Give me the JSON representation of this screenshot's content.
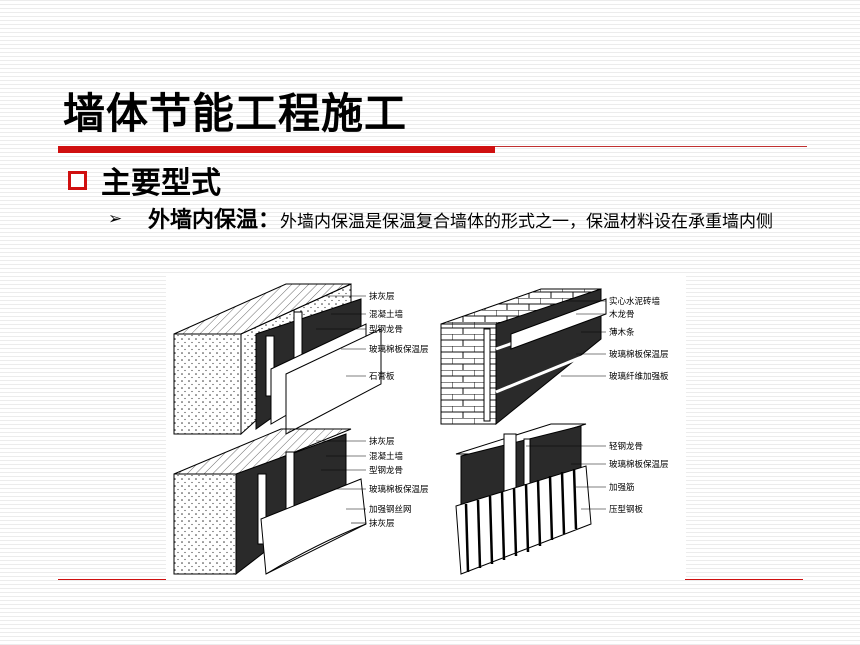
{
  "slide": {
    "title": "墙体节能工程施工",
    "bullet": "主要型式",
    "sub_lead": "外墙内保温：",
    "sub_desc": "外墙内保温是保温复合墙体的形式之一，保温材料设在承重墙内侧"
  },
  "figure": {
    "top_left_labels": [
      "抹灰层",
      "混凝土墙",
      "型钢龙骨",
      "玻璃棉板保温层",
      "石膏板"
    ],
    "top_right_labels": [
      "实心水泥砖墙",
      "木龙骨",
      "薄木条",
      "玻璃棉板保温层",
      "玻璃纤维加强板"
    ],
    "bottom_left_labels": [
      "抹灰层",
      "混凝土墙",
      "型钢龙骨",
      "玻璃棉板保温层",
      "加强钢丝网",
      "抹灰层"
    ],
    "bottom_right_labels": [
      "轻钢龙骨",
      "玻璃棉板保温层",
      "加强筋",
      "压型钢板"
    ]
  },
  "colors": {
    "accent": "#d01010"
  }
}
